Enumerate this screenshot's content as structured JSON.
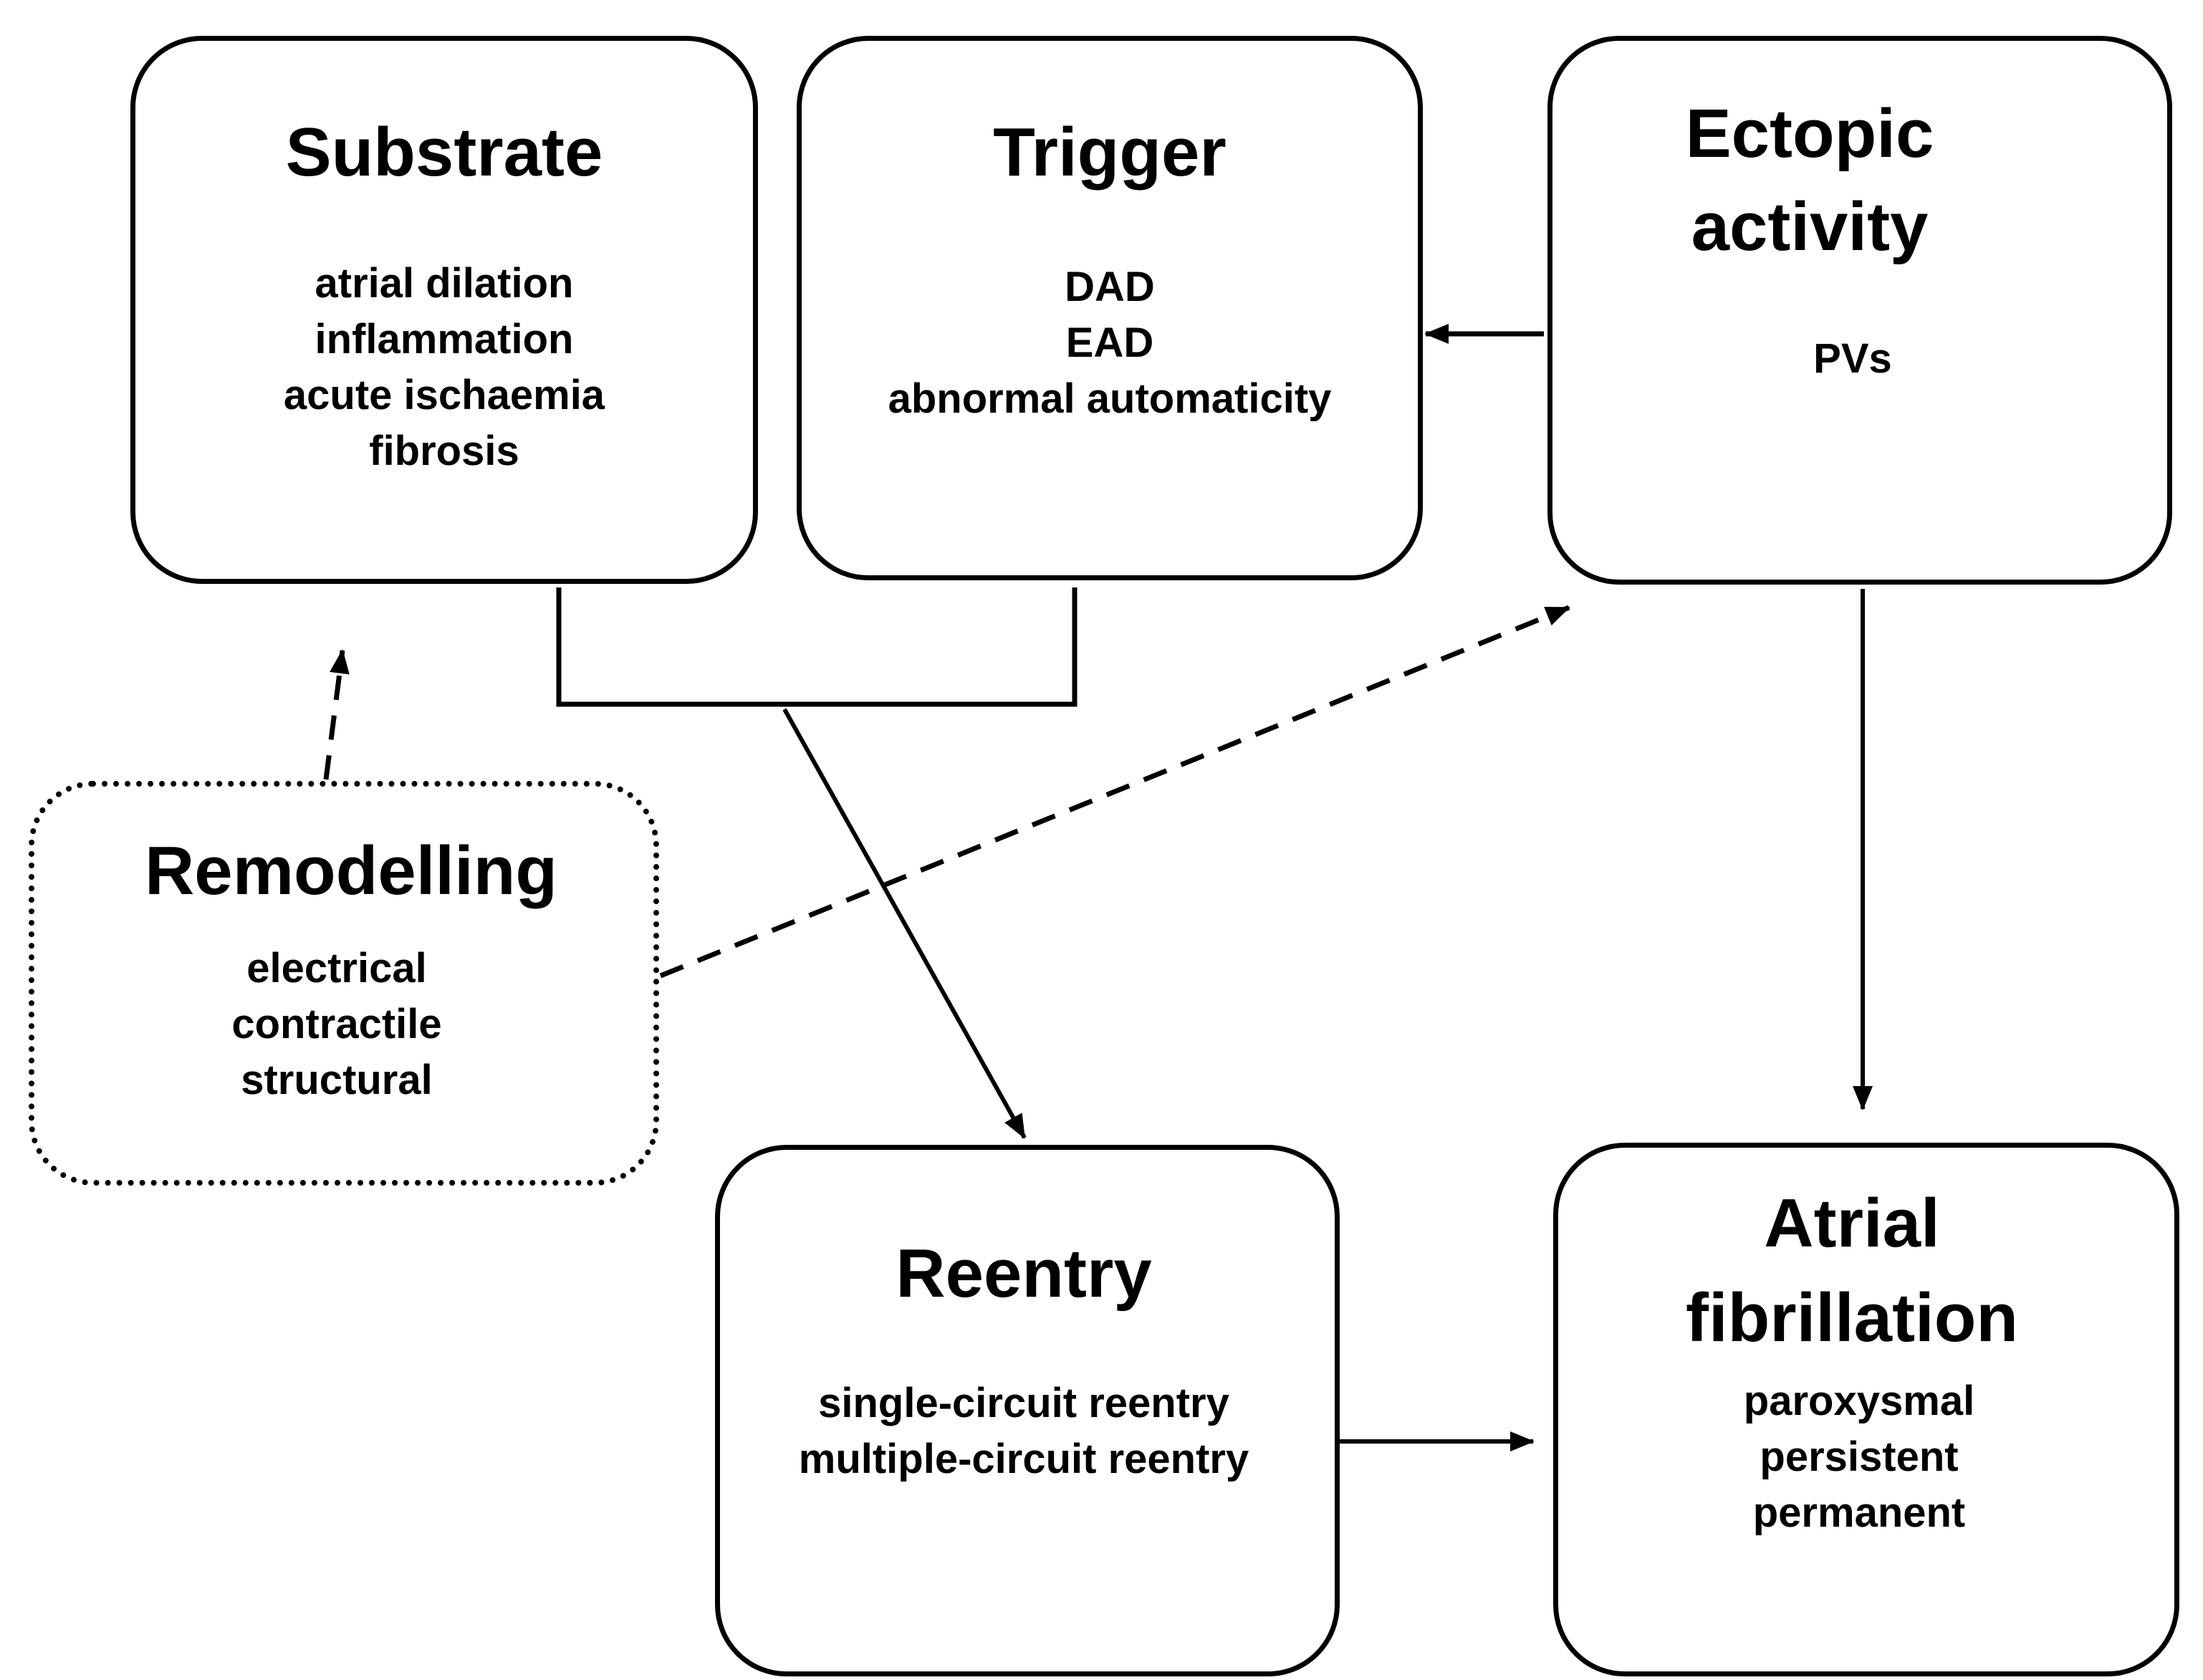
{
  "boxes": {
    "substrate": {
      "title": "Substrate",
      "items": [
        "atrial dilation",
        "inflammation",
        "acute ischaemia",
        "fibrosis"
      ]
    },
    "trigger": {
      "title": "Trigger",
      "items": [
        "DAD",
        "EAD",
        "abnormal automaticity"
      ]
    },
    "ectopic": {
      "title_lines": [
        "Ectopic",
        "activity"
      ],
      "items": [
        "PVs"
      ]
    },
    "remodelling": {
      "title": "Remodelling",
      "items": [
        "electrical",
        "contractile",
        "structural"
      ]
    },
    "reentry": {
      "title": "Reentry",
      "items": [
        "single-circuit reentry",
        "multiple-circuit reentry"
      ]
    },
    "af": {
      "title_lines": [
        "Atrial",
        "fibrillation"
      ],
      "items": [
        "paroxysmal",
        "persistent",
        "permanent"
      ]
    }
  }
}
